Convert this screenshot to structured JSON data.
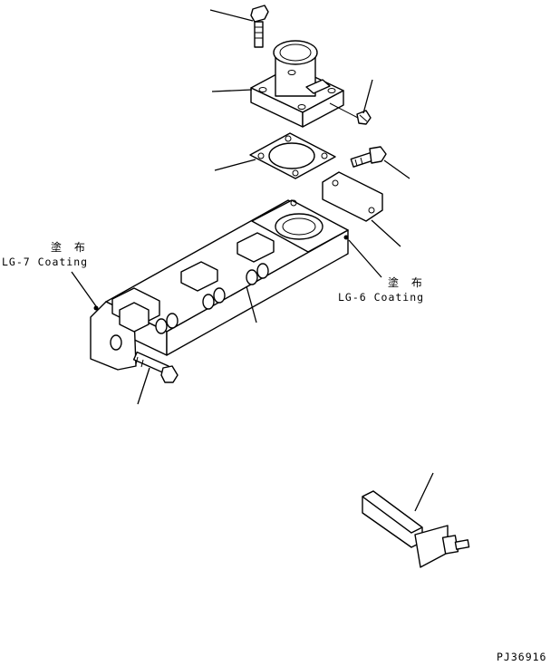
{
  "callouts": {
    "lg7_jp": "塗 布",
    "lg7_en": "LG-7 Coating",
    "lg6_jp": "塗 布",
    "lg6_en": "LG-6 Coating"
  },
  "drawing_number": "PJ36916",
  "icons": {
    "coating_dot": "coating-point-icon"
  }
}
